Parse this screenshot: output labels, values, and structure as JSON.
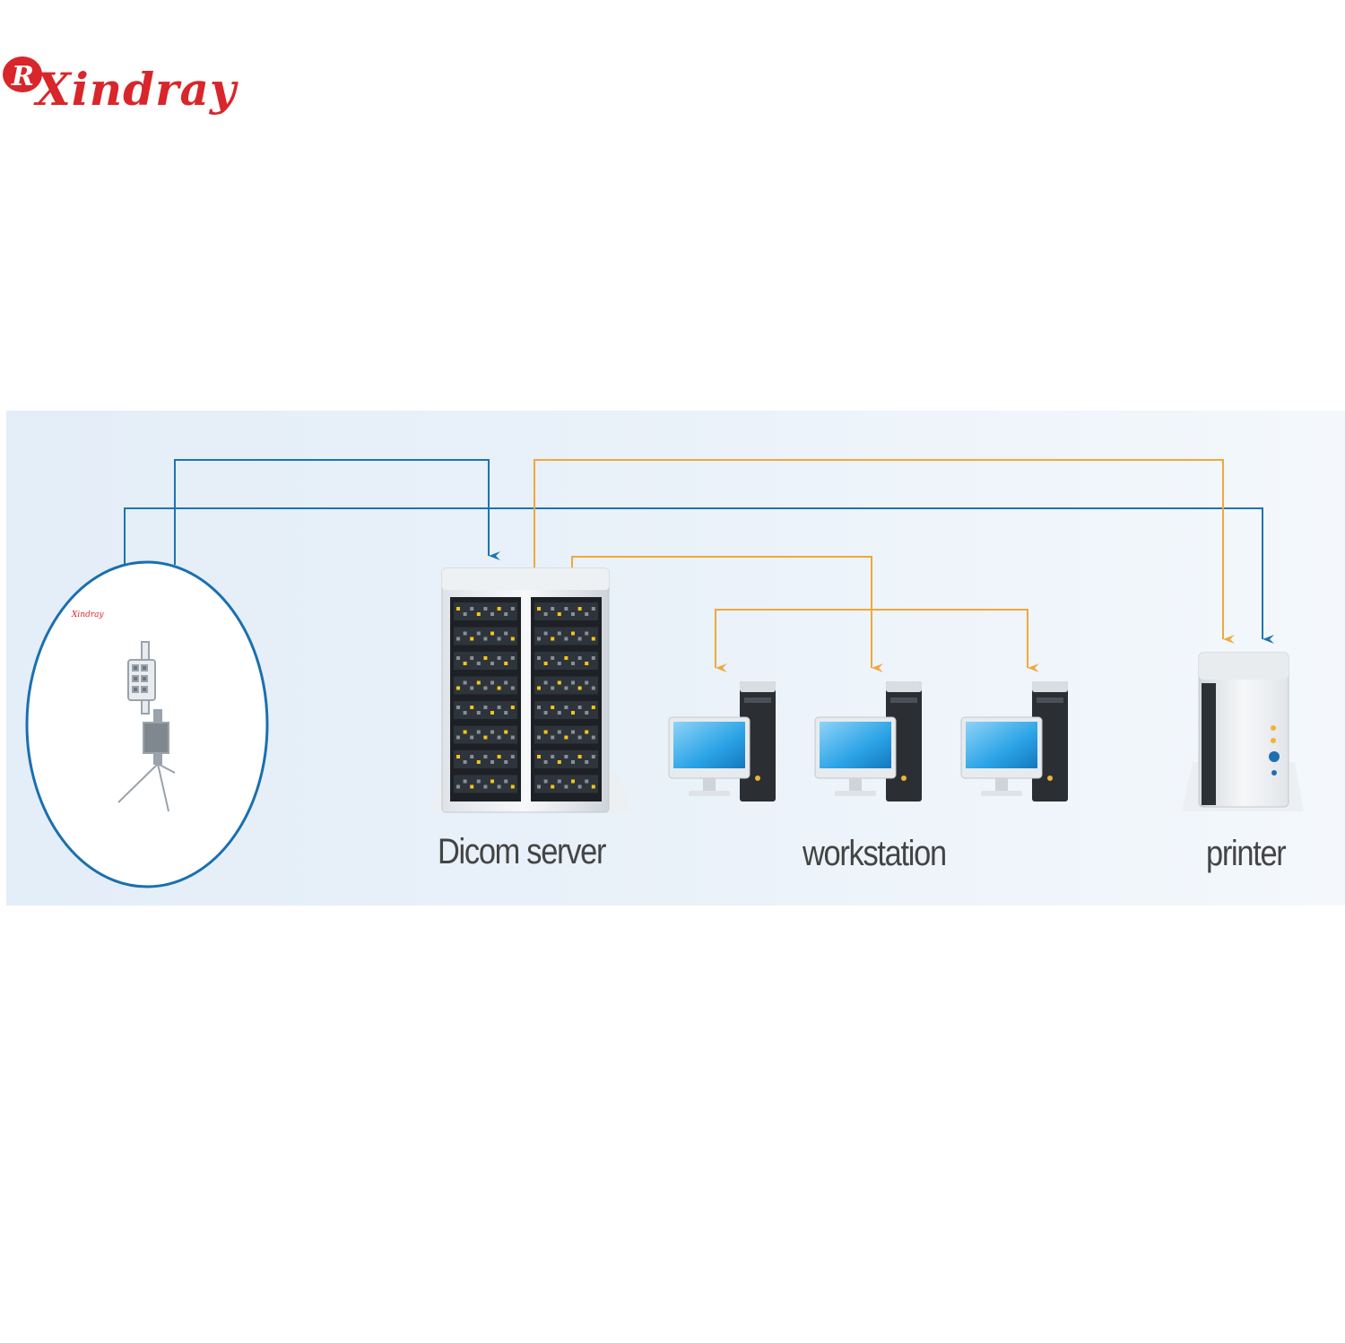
{
  "brand": {
    "logo_text": "Xindray",
    "logo_mark": "R",
    "mini_logo_text": "Xindray",
    "color": "#d8262b"
  },
  "nodes": {
    "device": {
      "icon": "xray-machine-icon"
    },
    "server": {
      "label": "Dicom server",
      "icon": "server-rack-icon"
    },
    "workstation": {
      "label": "workstation",
      "icon": "desktop-computer-icon",
      "count": 3
    },
    "printer": {
      "label": "printer",
      "icon": "printer-icon"
    }
  },
  "colors": {
    "blue_line": "#1e73b4",
    "orange_line": "#f0a83c",
    "panel": "#e6eff8",
    "label": "#444444"
  }
}
